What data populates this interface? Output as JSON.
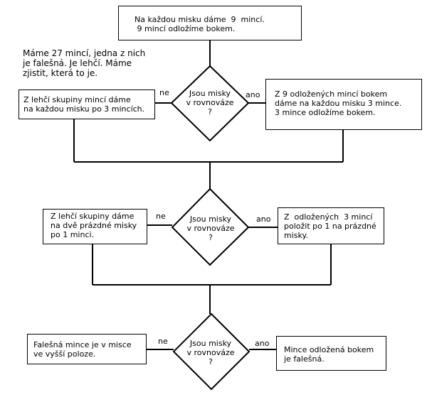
{
  "intro_text": [
    "Máme 27 mincí, jedna z nich",
    "je falešná. Je lehčí. Máme",
    "zjistit, která to je."
  ],
  "start_box": [
    "Na každou misku dáme  9  mincí.",
    " 9 mincí odložíme bokem."
  ],
  "decision": [
    "Jsou misky",
    "v rovnováze",
    "?"
  ],
  "no_label": "ne",
  "yes_label": "ano",
  "level1": {
    "no_box": [
      "Z lehčí skupiny mincí dáme",
      "na každou misku po 3 mincích."
    ],
    "yes_box": [
      "Z 9 odložených mincí bokem",
      "dáme na každou misku 3 mince.",
      "3 mince odložíme bokem."
    ]
  },
  "level2": {
    "no_box": [
      "Z lehčí skupiny dáme",
      "na dvě prázdné misky",
      "po 1 minci."
    ],
    "yes_box": [
      "Z  odložených  3 mincí",
      "položit po 1 na prázdné",
      "misky."
    ]
  },
  "level3": {
    "no_box": [
      "Falešná mince je v misce",
      "ve vyšší poloze."
    ],
    "yes_box": [
      "Mince odložená bokem",
      "je falešná."
    ]
  }
}
